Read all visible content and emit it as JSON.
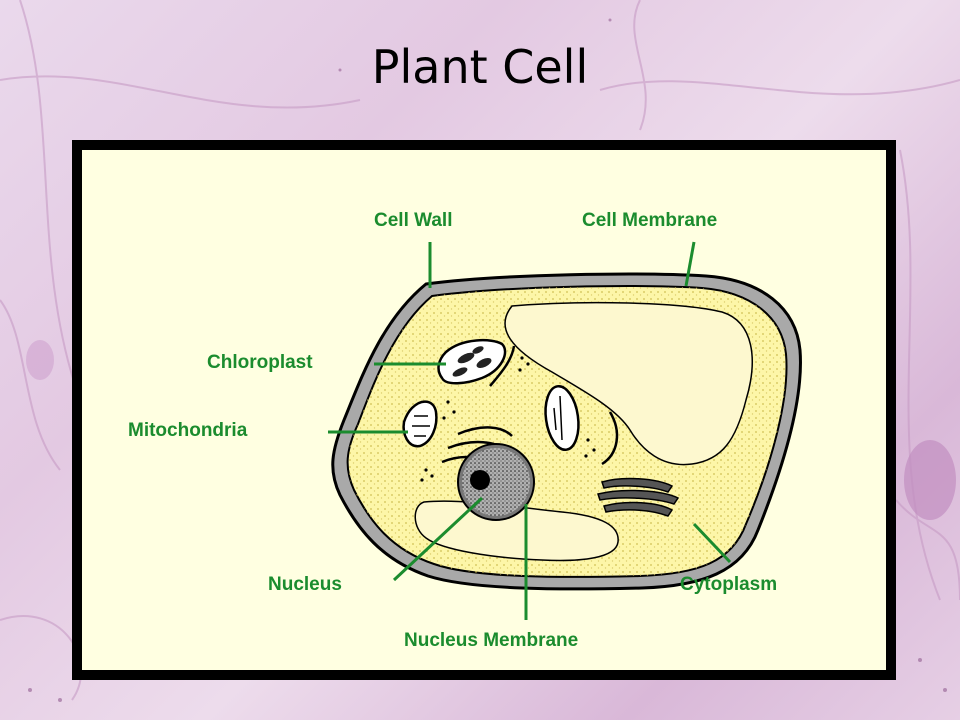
{
  "slide": {
    "title": "Plant Cell"
  },
  "diagram": {
    "labels": {
      "cell_wall": "Cell Wall",
      "cell_membrane": "Cell Membrane",
      "chloroplast": "Chloroplast",
      "mitochondria": "Mitochondria",
      "nucleus": "Nucleus",
      "nucleus_membrane": "Nucleus Membrane",
      "cytoplasm": "Cytoplasm"
    },
    "colors": {
      "label_green": "#1b8c2e",
      "panel_background": "#ffffe1",
      "cytoplasm_fill": "#fdf6a8",
      "vacuole_fill": "#fdf8cf",
      "cell_wall_gray": "#a9a9a9",
      "nucleus_gray": "#9a9a9a"
    }
  }
}
